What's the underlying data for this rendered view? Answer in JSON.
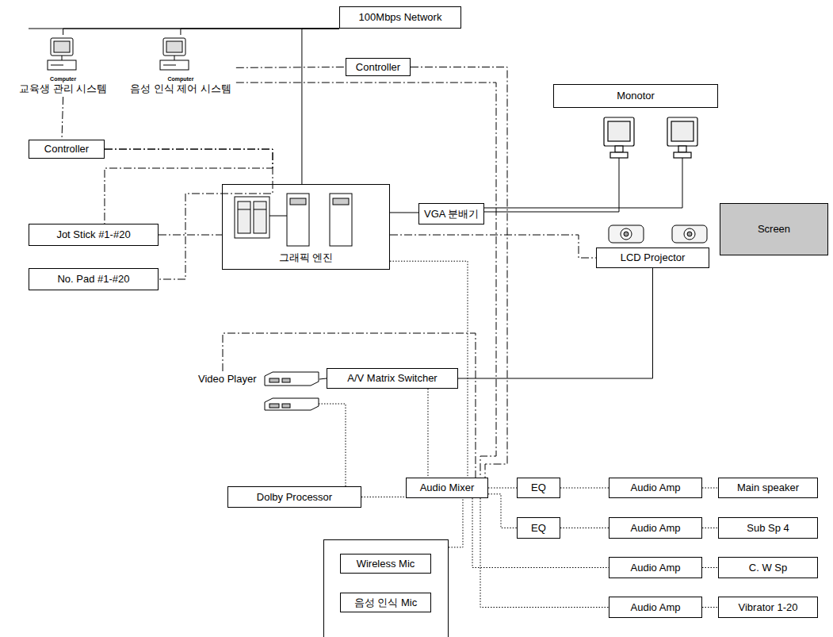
{
  "diagram": {
    "nodes": [
      {
        "text": [
          "100Mbps Network"
        ]
      },
      {
        "text": [
          "Controller"
        ]
      },
      {
        "text": [
          "Computer",
          "교육생 관리 시스템"
        ]
      },
      {
        "text": [
          "Computer",
          "음성 인식 제어 시스템"
        ]
      },
      {
        "text": [
          "Controller"
        ]
      },
      {
        "text": [
          "Monotor"
        ]
      },
      {
        "text": [
          "Jot Stick #1-#20"
        ]
      },
      {
        "text": [
          "No. Pad #1-#20"
        ]
      },
      {
        "text": [
          "그래픽 엔진"
        ]
      },
      {
        "text": [
          "VGA 분배기"
        ]
      },
      {
        "text": [
          "Screen"
        ]
      },
      {
        "text": [
          "LCD Projector"
        ]
      },
      {
        "text": [
          "Video Player"
        ]
      },
      {
        "text": [
          "A/V Matrix Switcher"
        ]
      },
      {
        "text": [
          "Dolby Processor"
        ]
      },
      {
        "text": [
          "Audio Mixer"
        ]
      },
      {
        "text": [
          "EQ"
        ]
      },
      {
        "text": [
          "Audio Amp"
        ]
      },
      {
        "text": [
          "Main speaker"
        ]
      },
      {
        "text": [
          "EQ"
        ]
      },
      {
        "text": [
          "Audio Amp"
        ]
      },
      {
        "text": [
          "Sub Sp 4"
        ]
      },
      {
        "text": [
          "Audio Amp"
        ]
      },
      {
        "text": [
          "C. W Sp"
        ]
      },
      {
        "text": [
          "Audio Amp"
        ]
      },
      {
        "text": [
          "Vibrator 1-20"
        ]
      },
      {
        "text": []
      },
      {
        "text": [
          "Wireless Mic"
        ],
        "in": 26
      },
      {
        "text": [
          "음성 인식 Mic"
        ],
        "in": 26
      }
    ],
    "edges": [
      {
        "from": 2,
        "to": 0,
        "arrow": "none"
      },
      {
        "from": 3,
        "to": 0,
        "arrow": "none"
      },
      {
        "from": 8,
        "to": 0,
        "arrow": "none"
      },
      {
        "from": 3,
        "to": 1,
        "arrow": "none"
      },
      {
        "from": 3,
        "to": 15,
        "arrow": "none"
      },
      {
        "from": 1,
        "to": 15,
        "arrow": "none"
      },
      {
        "from": 2,
        "to": 4,
        "arrow": "none"
      },
      {
        "from": 4,
        "to": 6,
        "arrow": "none"
      },
      {
        "from": 4,
        "to": 7,
        "arrow": "none"
      },
      {
        "from": 6,
        "to": 8,
        "arrow": "none"
      },
      {
        "from": 8,
        "to": 9,
        "arrow": "none"
      },
      {
        "from": 8,
        "to": 11,
        "arrow": "none"
      },
      {
        "from": 13,
        "to": 11,
        "arrow": "none"
      },
      {
        "from": 12,
        "to": 13,
        "arrow": "none"
      },
      {
        "from": 12,
        "to": 15,
        "arrow": "none"
      },
      {
        "from": 8,
        "to": 15,
        "arrow": "none"
      },
      {
        "from": 13,
        "to": 15,
        "arrow": "none"
      },
      {
        "from": 14,
        "to": 15,
        "arrow": "none"
      },
      {
        "from": 15,
        "to": 16,
        "arrow": "none"
      },
      {
        "from": 15,
        "to": 19,
        "arrow": "none"
      },
      {
        "from": 15,
        "to": 22,
        "arrow": "none"
      },
      {
        "from": 15,
        "to": 24,
        "arrow": "none"
      },
      {
        "from": 26,
        "to": 15,
        "arrow": "none"
      },
      {
        "from": 16,
        "to": 17,
        "arrow": "none"
      },
      {
        "from": 17,
        "to": 18,
        "arrow": "none"
      },
      {
        "from": 19,
        "to": 20,
        "arrow": "none"
      },
      {
        "from": 20,
        "to": 21,
        "arrow": "none"
      },
      {
        "from": 22,
        "to": 23,
        "arrow": "none"
      },
      {
        "from": 24,
        "to": 25,
        "arrow": "none"
      }
    ]
  }
}
